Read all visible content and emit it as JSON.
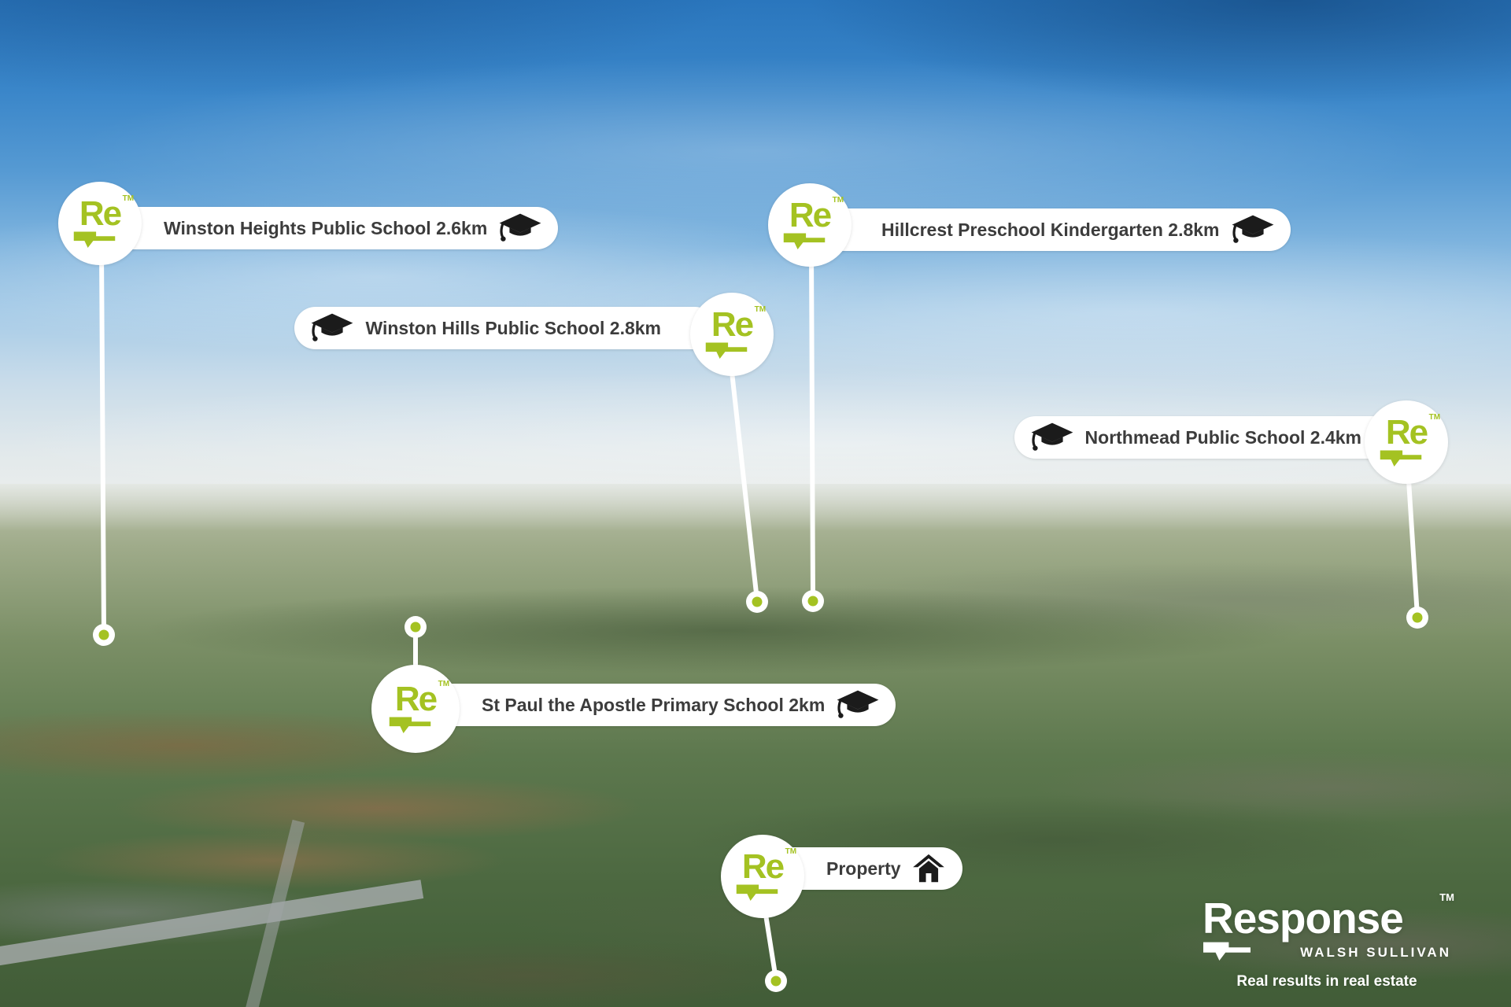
{
  "colors": {
    "brand_green": "#a4c222",
    "label_text": "#3c3c3c",
    "pill_background": "#ffffff"
  },
  "logo": {
    "text": "Re",
    "tm": "TM"
  },
  "markers": [
    {
      "name": "winston-heights",
      "label": "Winston Heights Public School 2.6km",
      "icon": "graduation-cap"
    },
    {
      "name": "hillcrest",
      "label": "Hillcrest Preschool Kindergarten 2.8km",
      "icon": "graduation-cap"
    },
    {
      "name": "winston-hills",
      "label": "Winston Hills Public School 2.8km",
      "icon": "graduation-cap"
    },
    {
      "name": "northmead",
      "label": "Northmead Public School 2.4km",
      "icon": "graduation-cap"
    },
    {
      "name": "st-paul",
      "label": "St Paul the Apostle Primary School 2km",
      "icon": "graduation-cap"
    },
    {
      "name": "property",
      "label": "Property",
      "icon": "house"
    }
  ],
  "footer_logo": {
    "name": "Response",
    "tm": "TM",
    "subtitle": "WALSH SULLIVAN",
    "tagline": "Real results in real estate"
  }
}
